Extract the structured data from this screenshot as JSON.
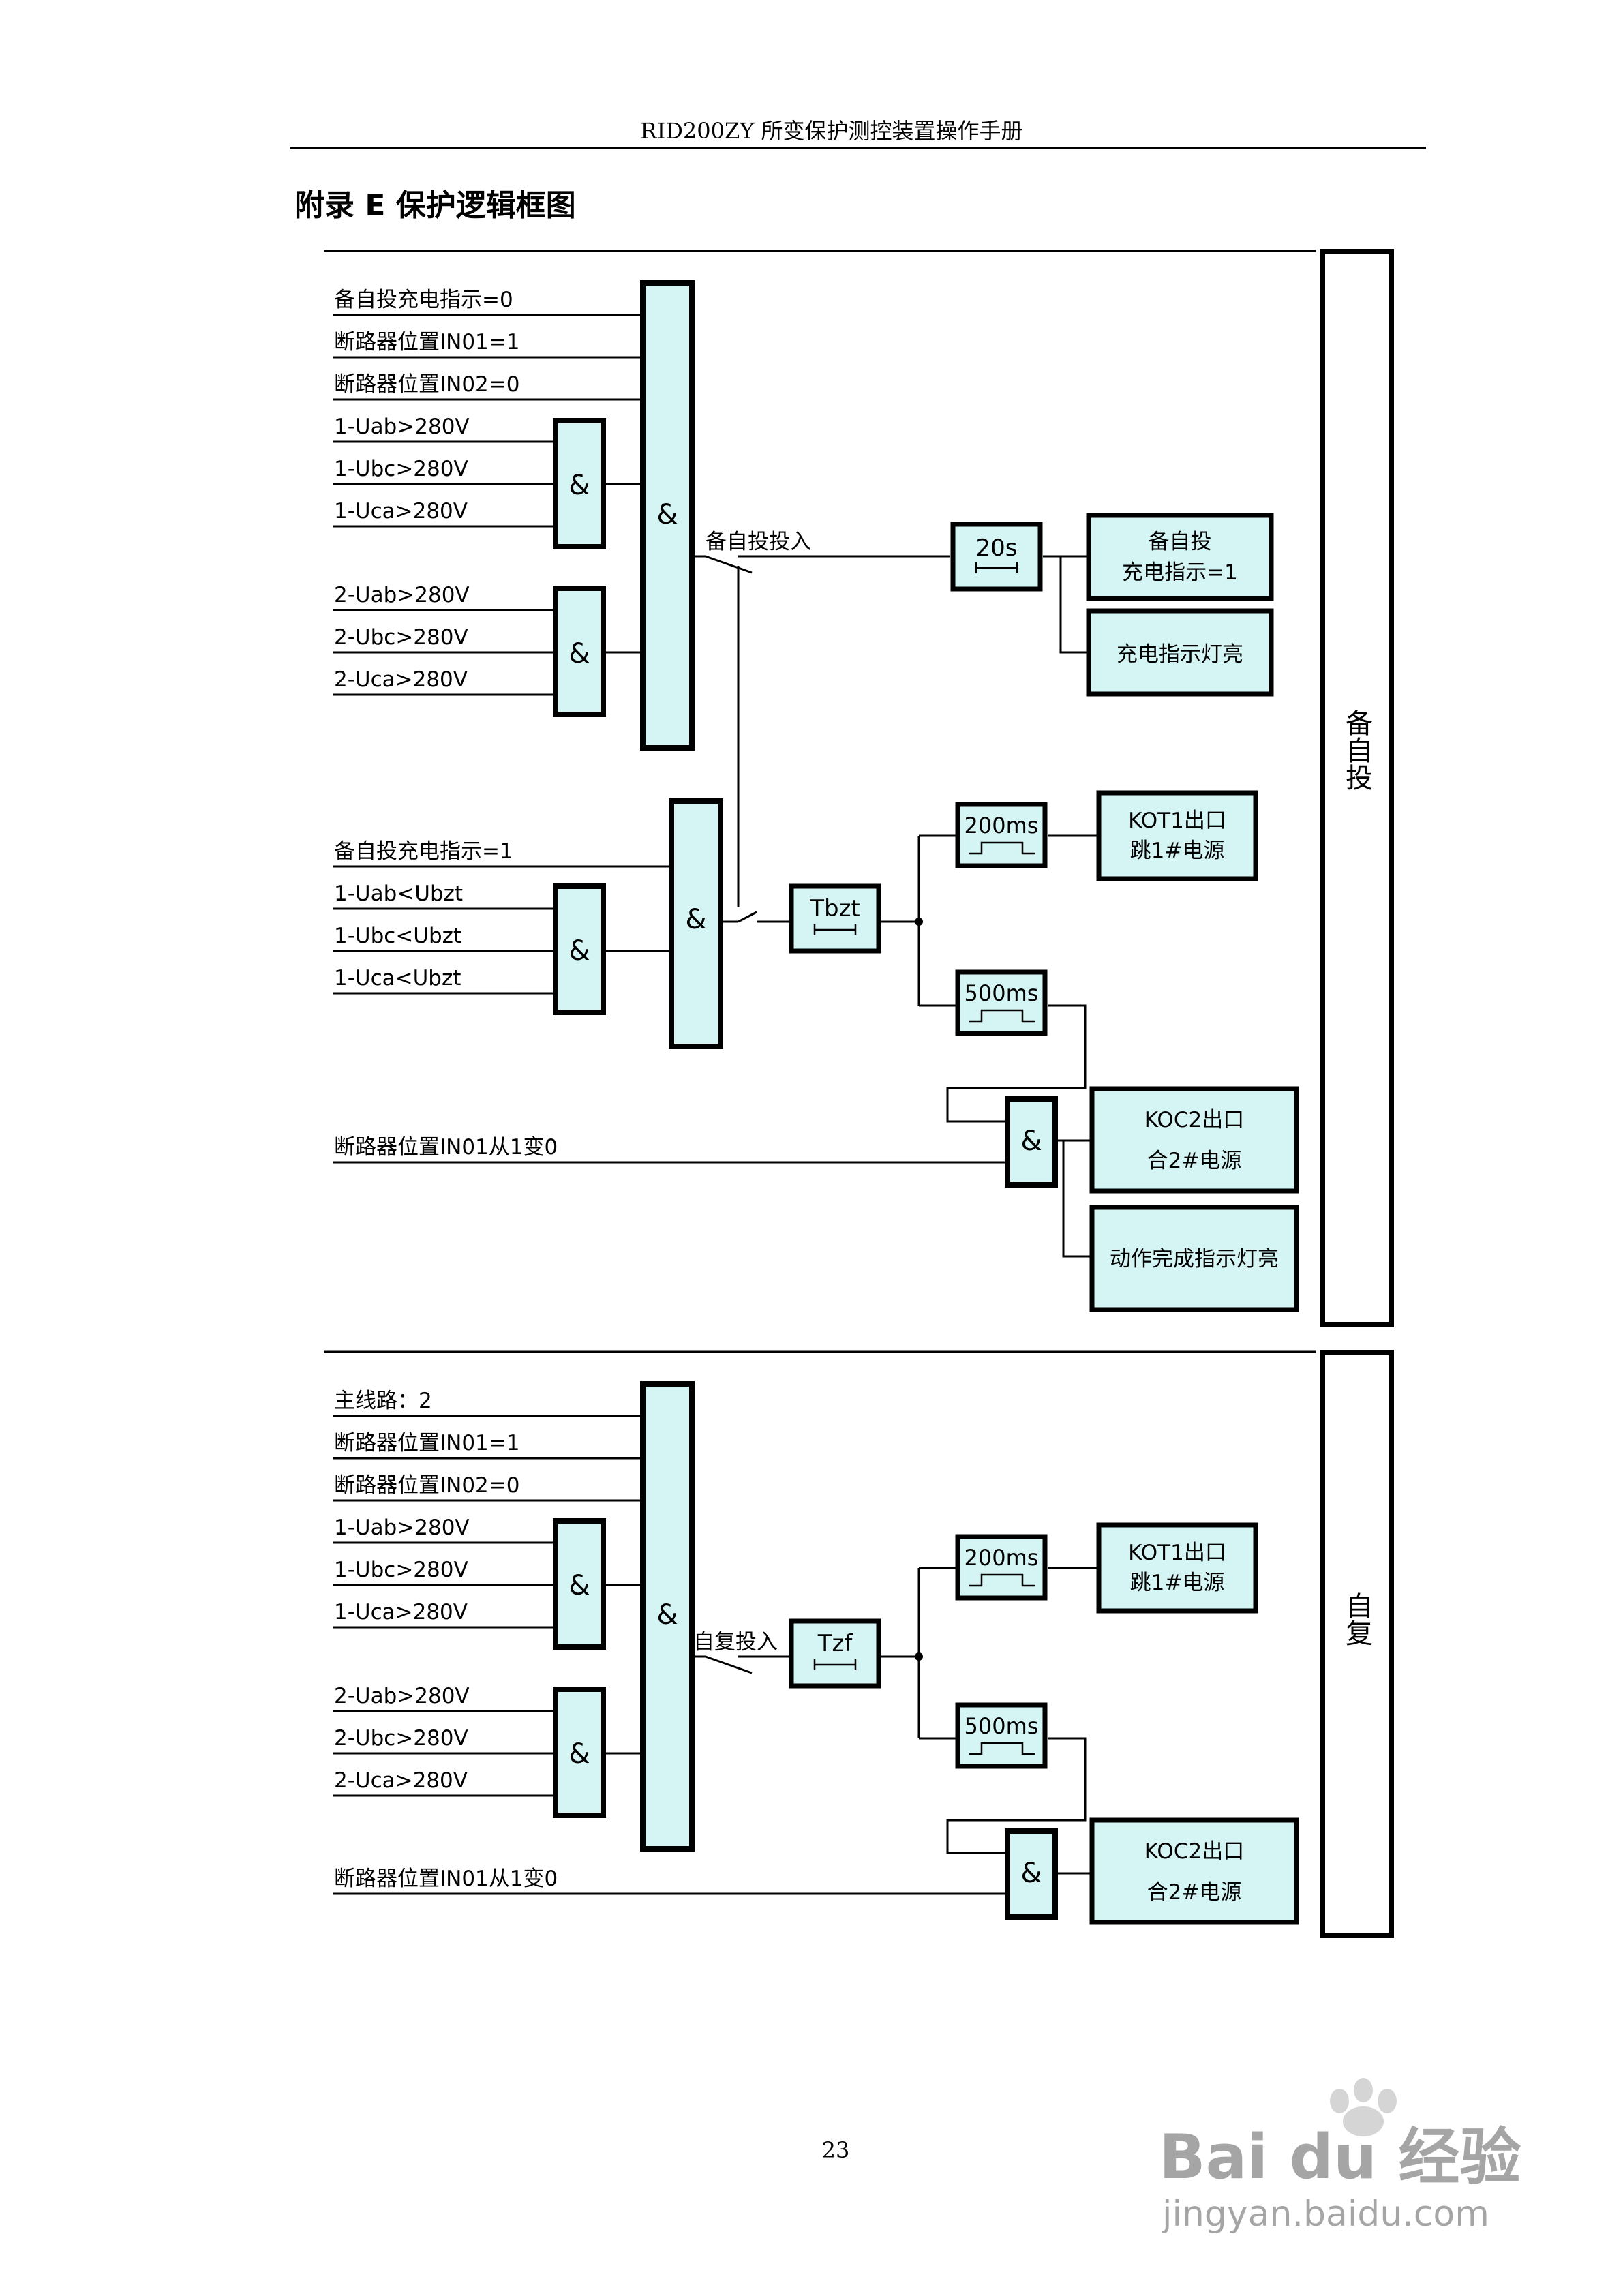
{
  "header": {
    "title": "RID200ZY 所变保护测控装置操作手册"
  },
  "section_title": "附录 E  保护逻辑框图",
  "colors": {
    "block_fill": "#d5f5f5",
    "line": "#000000"
  },
  "page_number": "23",
  "watermark": {
    "brand": "Bai du 经验",
    "url": "jingyan.baidu.com"
  },
  "diagram1": {
    "side_label": "备自投",
    "gate_symbol": "&",
    "inputs_top": [
      "备自投充电指示=0",
      "断路器位置IN01=1",
      "断路器位置IN02=0"
    ],
    "group1": [
      "1-Uab>280V",
      "1-Ubc>280V",
      "1-Uca>280V"
    ],
    "group2": [
      "2-Uab>280V",
      "2-Ubc>280V",
      "2-Uca>280V"
    ],
    "switch_label": "备自投投入",
    "timer_charge": "20s",
    "out_charge_line1": "备自投",
    "out_charge_line2": "充电指示=1",
    "out_charge_lamp": "充电指示灯亮",
    "inputs_mid": [
      "备自投充电指示=1"
    ],
    "group3": [
      "1-Uab<Ubzt",
      "1-Ubc<Ubzt",
      "1-Uca<Ubzt"
    ],
    "timer_main": "Tbzt",
    "pulse1": "200ms",
    "pulse2": "500ms",
    "out_trip_line1": "KOT1出口",
    "out_trip_line2": "跳1#电源",
    "breaker_change": "断路器位置IN01从1变0",
    "out_close_line1": "KOC2出口",
    "out_close_line2": "合2#电源",
    "out_done": "动作完成指示灯亮"
  },
  "diagram2": {
    "side_label": "自复",
    "gate_symbol": "&",
    "inputs_top": [
      "主线路：2",
      "断路器位置IN01=1",
      "断路器位置IN02=0"
    ],
    "group1": [
      "1-Uab>280V",
      "1-Ubc>280V",
      "1-Uca>280V"
    ],
    "group2": [
      "2-Uab>280V",
      "2-Ubc>280V",
      "2-Uca>280V"
    ],
    "switch_label": "自复投入",
    "timer_main": "Tzf",
    "pulse1": "200ms",
    "pulse2": "500ms",
    "out_trip_line1": "KOT1出口",
    "out_trip_line2": "跳1#电源",
    "breaker_change": "断路器位置IN01从1变0",
    "out_close_line1": "KOC2出口",
    "out_close_line2": "合2#电源"
  }
}
